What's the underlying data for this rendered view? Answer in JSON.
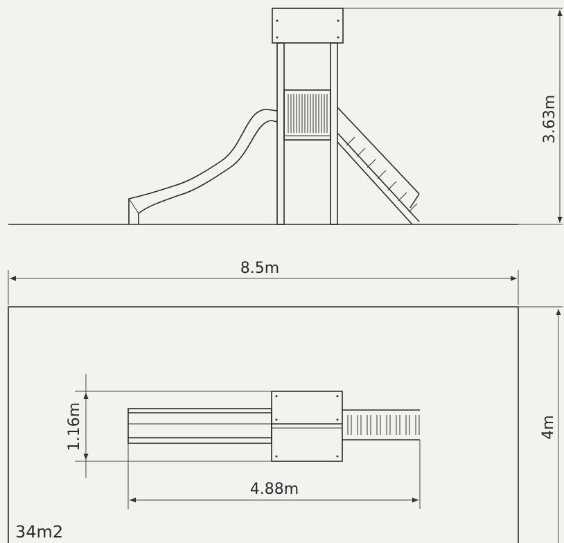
{
  "elevation": {
    "height_label": "3.63m"
  },
  "plan": {
    "width_label": "8.5m",
    "depth_label": "4m",
    "platform_width_label": "1.16m",
    "equipment_length_label": "4.88m",
    "area_label": "34m2"
  }
}
